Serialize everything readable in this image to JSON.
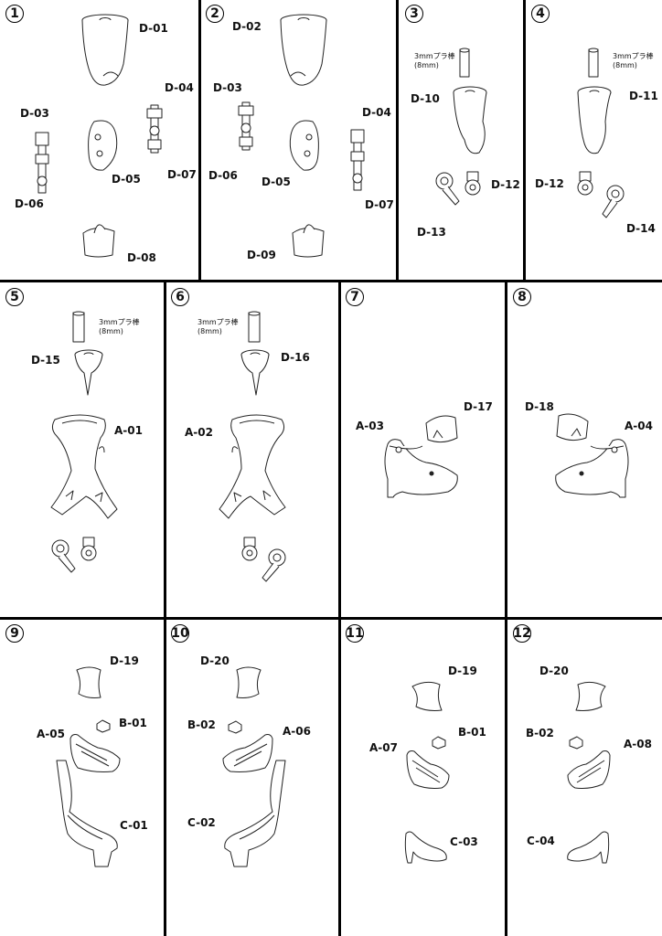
{
  "steps": [
    "1",
    "2",
    "3",
    "4",
    "5",
    "6",
    "7",
    "8",
    "9",
    "10",
    "11",
    "12"
  ],
  "labels": {
    "p1": [
      "D-01",
      "D-04",
      "D-03",
      "D-05",
      "D-07",
      "D-06",
      "D-08"
    ],
    "p2": [
      "D-02",
      "D-03",
      "D-04",
      "D-06",
      "D-05",
      "D-07",
      "D-09"
    ],
    "p3": [
      "D-10",
      "D-12",
      "D-13"
    ],
    "p4": [
      "D-11",
      "D-12",
      "D-14"
    ],
    "p5": [
      "D-15",
      "A-01"
    ],
    "p6": [
      "D-16",
      "A-02"
    ],
    "p7": [
      "D-17",
      "A-03"
    ],
    "p8": [
      "D-18",
      "A-04"
    ],
    "p9": [
      "D-19",
      "B-01",
      "A-05",
      "C-01"
    ],
    "p10": [
      "D-20",
      "B-02",
      "A-06",
      "C-02"
    ],
    "p11": [
      "D-19",
      "B-01",
      "A-07",
      "C-03"
    ],
    "p12": [
      "D-20",
      "B-02",
      "A-08",
      "C-04"
    ]
  },
  "rod_note": "3mmプラ棒\n(8mm)"
}
